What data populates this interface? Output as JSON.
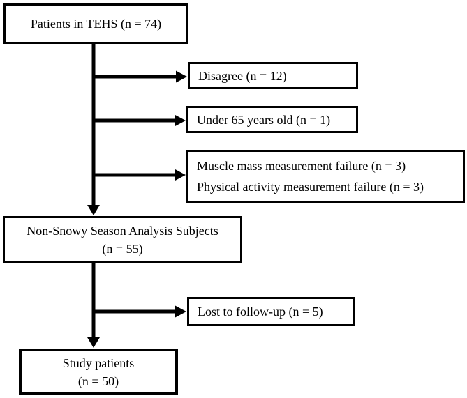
{
  "diagram": {
    "type": "flowchart",
    "colors": {
      "background": "#ffffff",
      "line": "#000000",
      "box_border": "#000000",
      "text": "#000000"
    },
    "boxes": {
      "patients": {
        "label": "Patients in TEHS (n = 74)"
      },
      "disagree": {
        "label": "Disagree (n = 12)"
      },
      "under65": {
        "label": "Under 65 years old (n = 1)"
      },
      "measurement": {
        "line1": "Muscle mass measurement failure (n = 3)",
        "line2": "Physical activity measurement failure (n = 3)"
      },
      "nonsnowy": {
        "line1": "Non-Snowy Season Analysis Subjects",
        "line2": "(n = 55)"
      },
      "lost": {
        "label": "Lost to follow-up (n = 5)"
      },
      "study": {
        "line1": "Study patients",
        "line2": "(n = 50)"
      }
    },
    "edges": [
      {
        "from": "patients",
        "to": "nonsnowy",
        "style": "vertical-arrow"
      },
      {
        "from": "patients-trunk",
        "to": "disagree",
        "style": "horizontal-arrow"
      },
      {
        "from": "patients-trunk",
        "to": "under65",
        "style": "horizontal-arrow"
      },
      {
        "from": "patients-trunk",
        "to": "measurement",
        "style": "horizontal-arrow"
      },
      {
        "from": "nonsnowy",
        "to": "study",
        "style": "vertical-arrow"
      },
      {
        "from": "nonsnowy-trunk",
        "to": "lost",
        "style": "horizontal-arrow"
      }
    ]
  }
}
